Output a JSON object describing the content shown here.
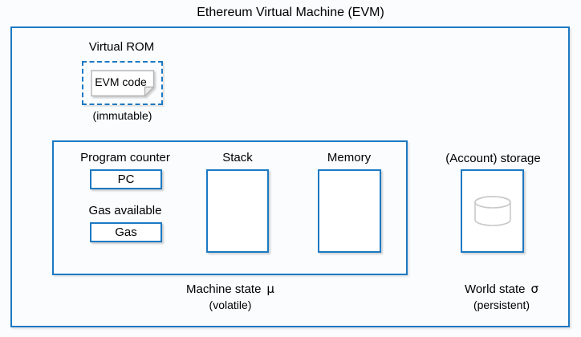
{
  "title": "Ethereum Virtual Machine (EVM)",
  "virtual_rom": {
    "label": "Virtual ROM",
    "evm_code_label": "EVM code",
    "mutability_note": "(immutable)"
  },
  "machine_state": {
    "program_counter_label": "Program counter",
    "program_counter_value": "PC",
    "gas_label": "Gas available",
    "gas_value": "Gas",
    "stack_label": "Stack",
    "memory_label": "Memory",
    "caption": "Machine state",
    "caption_symbol": "μ",
    "volatility_note": "(volatile)"
  },
  "account_storage": {
    "label": "(Account) storage",
    "caption": "World state",
    "caption_symbol": "σ",
    "persistence_note": "(persistent)"
  },
  "icons": {
    "evm_code": "note-page-icon",
    "storage": "database-cylinder-icon"
  },
  "colors": {
    "border_blue": "#1d79c2",
    "note_border_gray": "#b5b5b5",
    "cylinder_gray": "#c9c9c9",
    "background": "#fbfcfe",
    "box_fill": "#ffffff"
  }
}
